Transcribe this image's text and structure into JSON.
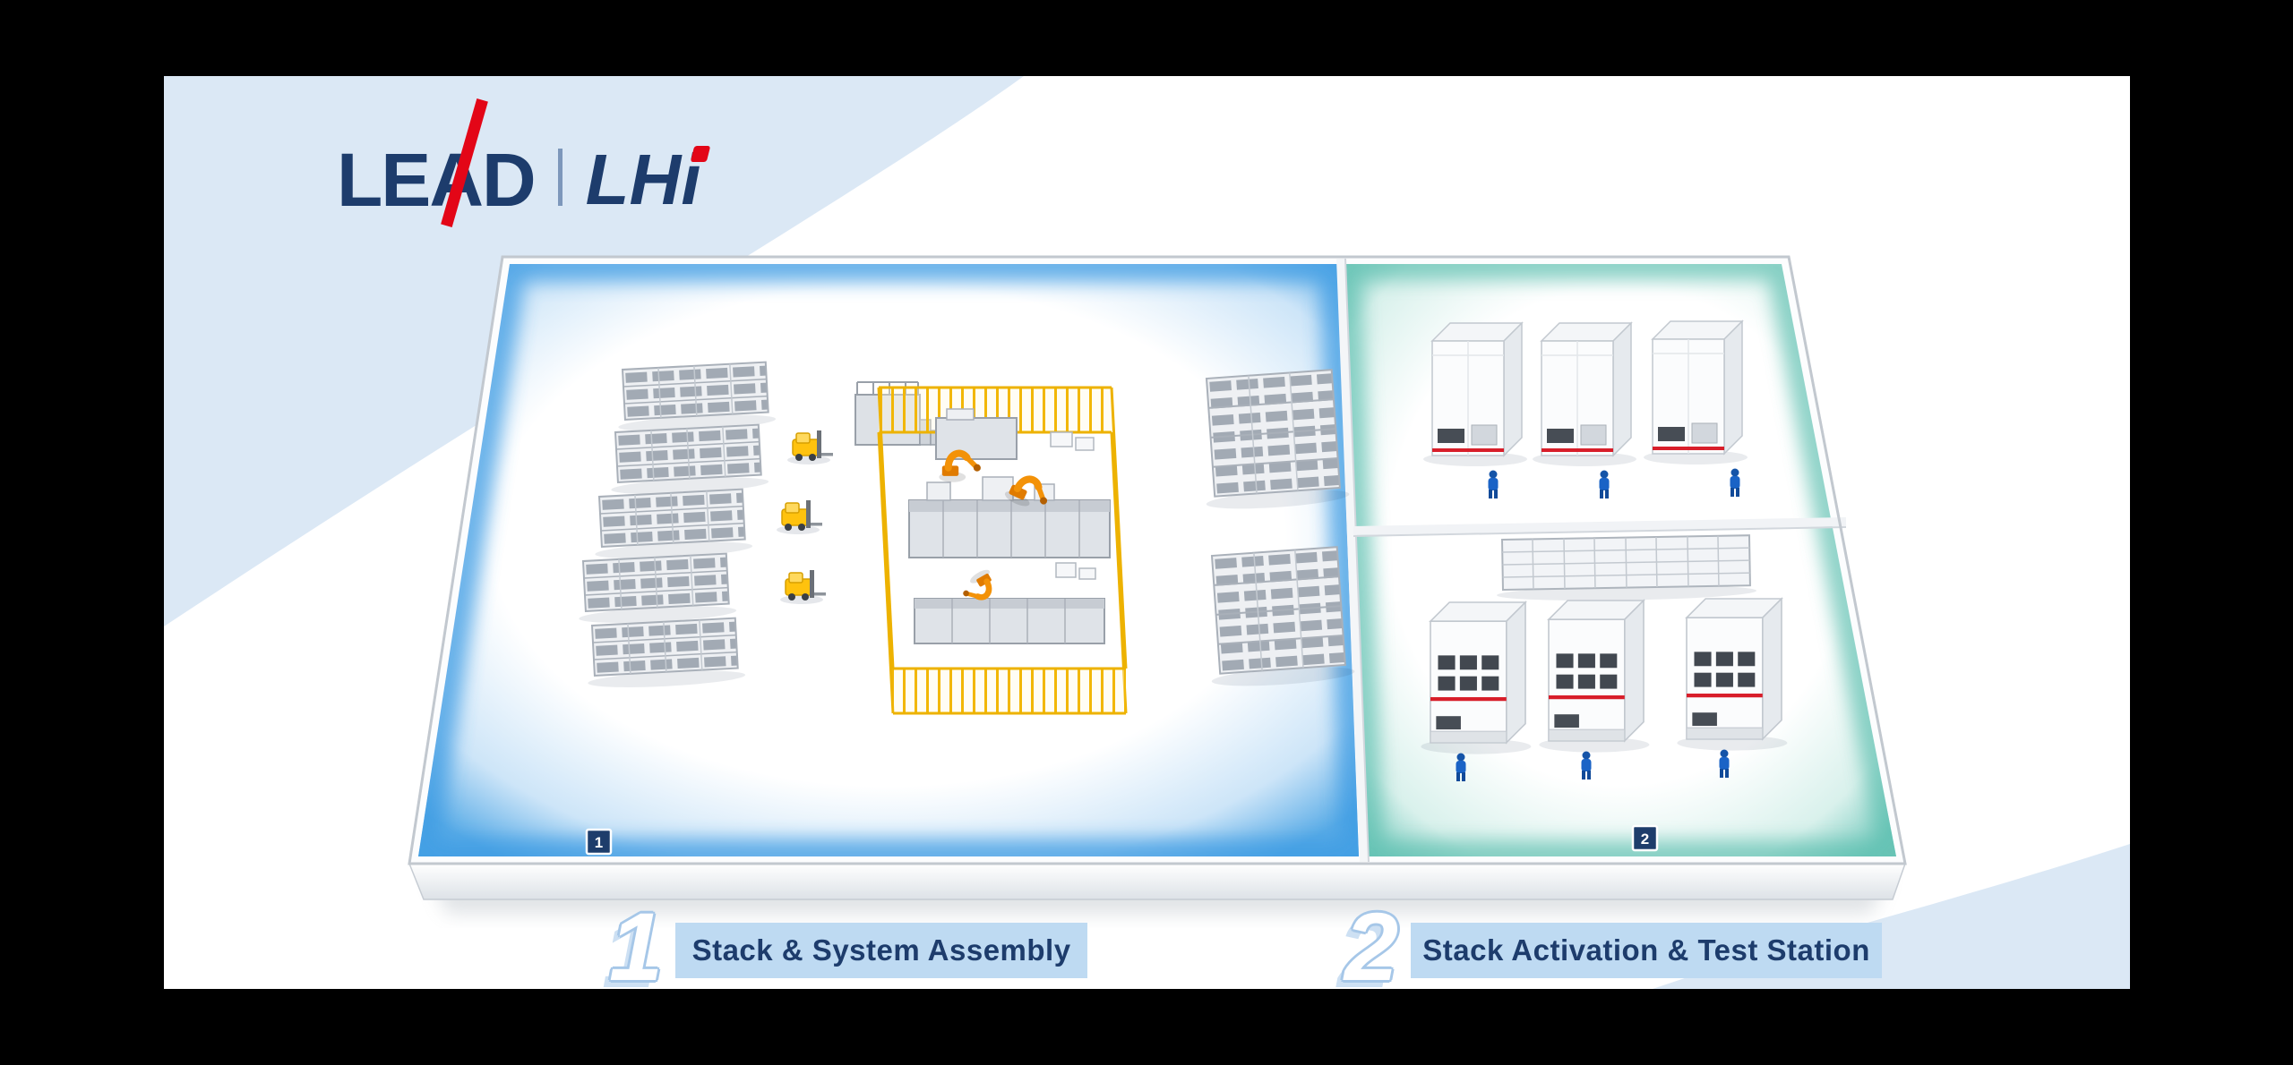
{
  "page": {
    "frame_color": "#000000",
    "background_color": "#ffffff",
    "swoosh_color": "#dbe8f5"
  },
  "header": {
    "brand_primary": "LEAD",
    "brand_secondary": "LHi"
  },
  "colors": {
    "navy": "#1d3c6c",
    "red": "#e30617",
    "zone1_glow": "#3e9be3",
    "zone2_glow": "#5ec0b0",
    "fence_yellow": "#f2b705",
    "forklift_yellow": "#ffc20e",
    "robot_orange": "#f08300",
    "worker_blue": "#1a63c6",
    "legend_box": "#bedaf2"
  },
  "floorplan": {
    "zones": [
      {
        "badge": "1",
        "label": "Stack & System Assembly"
      },
      {
        "badge": "2",
        "label": "Stack Activation & Test Station"
      }
    ]
  },
  "legend": {
    "items": [
      {
        "number": "1",
        "label": "Stack & System Assembly"
      },
      {
        "number": "2",
        "label": "Stack Activation & Test Station"
      }
    ]
  }
}
